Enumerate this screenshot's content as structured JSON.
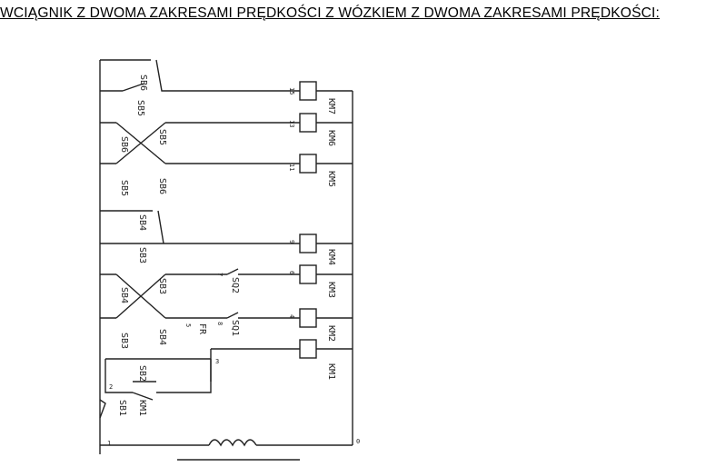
{
  "title": "WCIĄGNIK Z DWOMA ZAKRESAMI PRĘDKOŚCI Z WÓZKIEM Z DWOMA ZAKRESAMI PRĘDKOŚCI:",
  "labels": {
    "SB6_top": "SB6",
    "SB5_top": "SB5",
    "SB6_il1": "SB6",
    "SB5_il1": "SB5",
    "SB5_il2": "SB5",
    "SB6_il2": "SB6",
    "SB4_top": "SB4",
    "SB3_top": "SB3",
    "SB4_il1": "SB4",
    "SB3_il1": "SB3",
    "SB3_il2": "SB3",
    "SB4_il2": "SB4",
    "SQ2": "SQ2",
    "SQ1": "SQ1",
    "FR": "FR",
    "SB2": "SB2",
    "SB1": "SB1",
    "KM1_contact": "KM1",
    "KM7": "KM7",
    "KM6": "KM6",
    "KM5": "KM5",
    "KM4": "KM4",
    "KM3": "KM3",
    "KM2": "KM2",
    "KM1": "KM1"
  },
  "nodes": {
    "n15": "15",
    "n13": "13",
    "n11": "11",
    "n9": "9",
    "n6": "6",
    "n4": "4",
    "n7": "7",
    "n5": "5",
    "n8": "8",
    "n3": "3",
    "n2": "2",
    "n1": "1",
    "n0": "0"
  }
}
